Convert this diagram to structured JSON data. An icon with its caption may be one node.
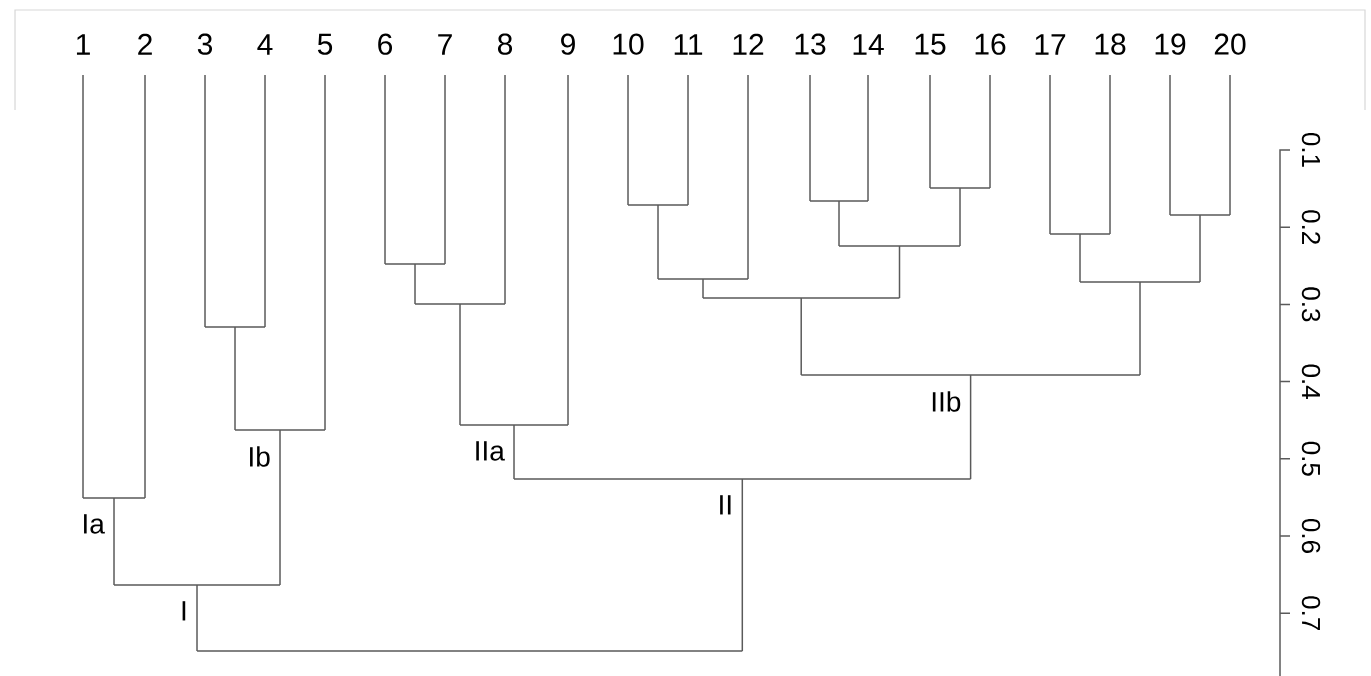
{
  "diagram": {
    "nodes": [
      {
        "text": [
          "1"
        ]
      },
      {
        "text": [
          "2"
        ]
      },
      {
        "text": [
          "3"
        ]
      },
      {
        "text": [
          "4"
        ]
      },
      {
        "text": [
          "5"
        ]
      },
      {
        "text": [
          "6"
        ]
      },
      {
        "text": [
          "7"
        ]
      },
      {
        "text": [
          "8"
        ]
      },
      {
        "text": [
          "9"
        ]
      },
      {
        "text": [
          "10"
        ]
      },
      {
        "text": [
          "11"
        ]
      },
      {
        "text": [
          "12"
        ]
      },
      {
        "text": [
          "13"
        ]
      },
      {
        "text": [
          "14"
        ]
      },
      {
        "text": [
          "15"
        ]
      },
      {
        "text": [
          "16"
        ]
      },
      {
        "text": [
          "17"
        ]
      },
      {
        "text": [
          "18"
        ]
      },
      {
        "text": [
          "19"
        ]
      },
      {
        "text": [
          "20"
        ]
      },
      {
        "text": [],
        "shape": "bar",
        "beside": [
          "Ia"
        ]
      },
      {
        "text": [],
        "shape": "bar"
      },
      {
        "text": [],
        "shape": "bar",
        "beside": [
          "Ib"
        ]
      },
      {
        "text": [],
        "shape": "bar",
        "beside": [
          "I"
        ]
      },
      {
        "text": [],
        "shape": "bar"
      },
      {
        "text": [],
        "shape": "bar"
      },
      {
        "text": [],
        "shape": "bar",
        "beside": [
          "IIa"
        ]
      },
      {
        "text": [],
        "shape": "bar"
      },
      {
        "text": [],
        "shape": "bar"
      },
      {
        "text": [],
        "shape": "bar"
      },
      {
        "text": [],
        "shape": "bar"
      },
      {
        "text": [],
        "shape": "bar"
      },
      {
        "text": [],
        "shape": "bar"
      },
      {
        "text": [],
        "shape": "bar"
      },
      {
        "text": [],
        "shape": "bar"
      },
      {
        "text": [],
        "shape": "bar"
      },
      {
        "text": [],
        "shape": "bar",
        "beside": [
          "IIb"
        ]
      },
      {
        "text": [],
        "shape": "bar",
        "beside": [
          "II"
        ]
      },
      {
        "text": [],
        "shape": "bar"
      }
    ],
    "edges": [
      {
        "from": 20,
        "to": 0,
        "arrow": "none"
      },
      {
        "from": 20,
        "to": 1,
        "arrow": "none"
      },
      {
        "from": 21,
        "to": 2,
        "arrow": "none"
      },
      {
        "from": 21,
        "to": 3,
        "arrow": "none"
      },
      {
        "from": 22,
        "to": 21,
        "arrow": "none"
      },
      {
        "from": 22,
        "to": 4,
        "arrow": "none"
      },
      {
        "from": 23,
        "to": 20,
        "arrow": "none"
      },
      {
        "from": 23,
        "to": 22,
        "arrow": "none"
      },
      {
        "from": 24,
        "to": 5,
        "arrow": "none"
      },
      {
        "from": 24,
        "to": 6,
        "arrow": "none"
      },
      {
        "from": 25,
        "to": 24,
        "arrow": "none"
      },
      {
        "from": 25,
        "to": 7,
        "arrow": "none"
      },
      {
        "from": 26,
        "to": 25,
        "arrow": "none"
      },
      {
        "from": 26,
        "to": 8,
        "arrow": "none"
      },
      {
        "from": 27,
        "to": 9,
        "arrow": "none"
      },
      {
        "from": 27,
        "to": 10,
        "arrow": "none"
      },
      {
        "from": 28,
        "to": 27,
        "arrow": "none"
      },
      {
        "from": 28,
        "to": 11,
        "arrow": "none"
      },
      {
        "from": 29,
        "to": 12,
        "arrow": "none"
      },
      {
        "from": 29,
        "to": 13,
        "arrow": "none"
      },
      {
        "from": 30,
        "to": 14,
        "arrow": "none"
      },
      {
        "from": 30,
        "to": 15,
        "arrow": "none"
      },
      {
        "from": 31,
        "to": 29,
        "arrow": "none"
      },
      {
        "from": 31,
        "to": 30,
        "arrow": "none"
      },
      {
        "from": 32,
        "to": 28,
        "arrow": "none"
      },
      {
        "from": 32,
        "to": 31,
        "arrow": "none"
      },
      {
        "from": 33,
        "to": 16,
        "arrow": "none"
      },
      {
        "from": 33,
        "to": 17,
        "arrow": "none"
      },
      {
        "from": 34,
        "to": 18,
        "arrow": "none"
      },
      {
        "from": 34,
        "to": 19,
        "arrow": "none"
      },
      {
        "from": 35,
        "to": 33,
        "arrow": "none"
      },
      {
        "from": 35,
        "to": 34,
        "arrow": "none"
      },
      {
        "from": 36,
        "to": 32,
        "arrow": "none"
      },
      {
        "from": 36,
        "to": 35,
        "arrow": "none"
      },
      {
        "from": 37,
        "to": 26,
        "arrow": "none"
      },
      {
        "from": 37,
        "to": 36,
        "arrow": "none"
      },
      {
        "from": 38,
        "to": 23,
        "arrow": "none"
      },
      {
        "from": 38,
        "to": 37,
        "arrow": "none"
      }
    ],
    "labels": [
      "0.1",
      "0.2",
      "0.3",
      "0.4",
      "0.5",
      "0.6",
      "0.7"
    ]
  }
}
